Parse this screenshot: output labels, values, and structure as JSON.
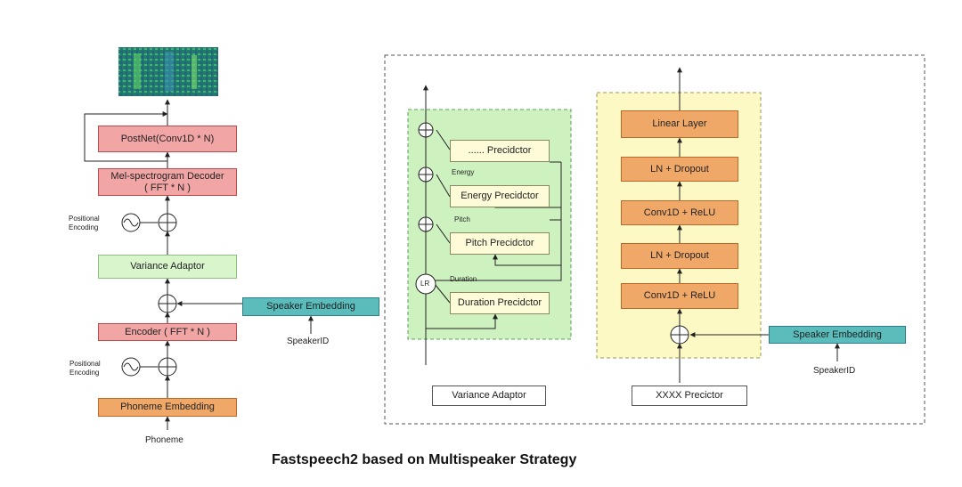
{
  "left_column": {
    "postnet": "PostNet(Conv1D * N)",
    "decoder_line1": "Mel-spectrogram Decoder",
    "decoder_line2": "( FFT * N )",
    "positional_encoding_line1": "Positional",
    "positional_encoding_line2": "Encoding",
    "variance_adaptor": "Variance Adaptor",
    "encoder": "Encoder ( FFT * N )",
    "phoneme_embedding": "Phoneme Embedding",
    "phoneme": "Phoneme",
    "speaker_embedding": "Speaker Embedding",
    "speaker_id": "SpeakerID"
  },
  "variance_adaptor_detail": {
    "generic_predictor": "...... Precidctor",
    "energy_label": "Energy",
    "energy_predictor": "Energy Precidctor",
    "pitch_label": "Pitch",
    "pitch_predictor": "Pitch Precidctor",
    "lr_label": "LR",
    "duration_label": "Duration",
    "duration_predictor": "Duration Precidctor",
    "caption": "Variance Adaptor"
  },
  "predictor_detail": {
    "linear_layer": "Linear Layer",
    "ln_dropout_top": "LN + Dropout",
    "conv_relu_top": "Conv1D + ReLU",
    "ln_dropout_bottom": "LN + Dropout",
    "conv_relu_bottom": "Conv1D + ReLU",
    "speaker_embedding": "Speaker Embedding",
    "speaker_id": "SpeakerID",
    "caption": "XXXX Precictor"
  },
  "title": "Fastspeech2 based on Multispeaker Strategy",
  "colors": {
    "red_box": "#f2a5a5",
    "green_box": "#d8f5cc",
    "teal_box": "#5bbcbc",
    "orange_box": "#f0a868",
    "yellow_panel": "#fdf9c4",
    "green_panel": "#cdf2c0"
  }
}
